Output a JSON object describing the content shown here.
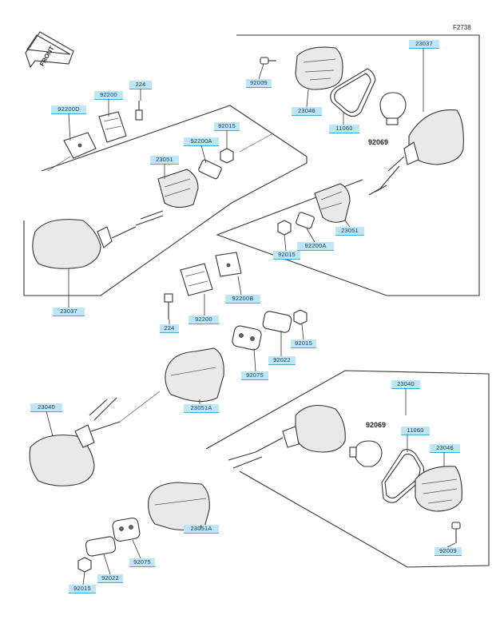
{
  "figure_code": "F2738",
  "front_label": "FRONT",
  "callouts_plain": [
    "92069",
    "92069"
  ],
  "labels": [
    "23037",
    "92009",
    "23046",
    "11060",
    "224",
    "92200",
    "92200D",
    "92015",
    "92200A",
    "23051",
    "23051",
    "92015",
    "92200A",
    "23037",
    "92200B",
    "92200",
    "224",
    "92015",
    "92022",
    "92075",
    "23051A",
    "23040",
    "11060",
    "23046",
    "23040",
    "23051A",
    "92075",
    "92022",
    "92015",
    "92009"
  ]
}
